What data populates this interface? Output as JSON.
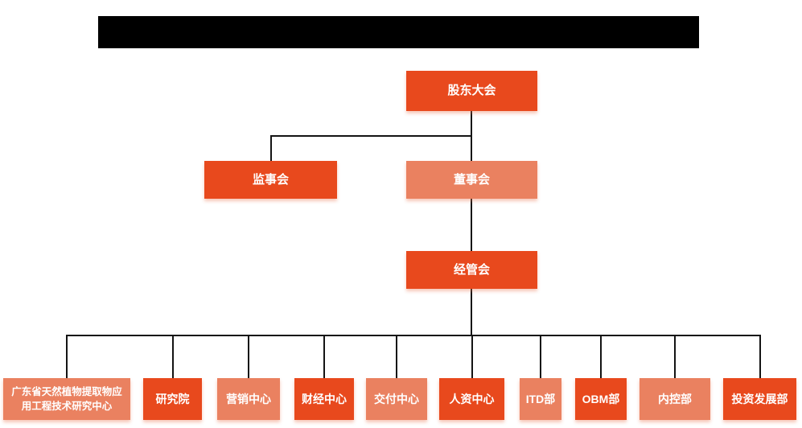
{
  "title_bar": {
    "redacted": true,
    "color": "#000000"
  },
  "palette": {
    "background": "#ffffff",
    "primary": "#e8491d",
    "secondary": "#ea8160",
    "box_text": "#ffffff",
    "connector": "#141414"
  },
  "org_chart": {
    "nodes": [
      {
        "id": "shareholders-meeting",
        "label": "股东大会",
        "variant": "primary",
        "level": 1
      },
      {
        "id": "supervisory-board",
        "label": "监事会",
        "variant": "primary",
        "level": 2
      },
      {
        "id": "board-of-directors",
        "label": "董事会",
        "variant": "secondary",
        "level": 2
      },
      {
        "id": "management-committee",
        "label": "经管会",
        "variant": "primary",
        "level": 3
      },
      {
        "id": "gd-research-center",
        "label": "广东省天然植物提取物应用工程技术研究中心",
        "lines": [
          "广东省天然植物提取物应",
          "用工程技术研究中心"
        ],
        "variant": "secondary",
        "level": 4
      },
      {
        "id": "research-institute",
        "label": "研究院",
        "variant": "primary",
        "level": 4
      },
      {
        "id": "marketing-center",
        "label": "营销中心",
        "variant": "secondary",
        "level": 4
      },
      {
        "id": "finance-center",
        "label": "财经中心",
        "variant": "primary",
        "level": 4
      },
      {
        "id": "delivery-center",
        "label": "交付中心",
        "variant": "secondary",
        "level": 4
      },
      {
        "id": "hr-center",
        "label": "人资中心",
        "variant": "primary",
        "level": 4
      },
      {
        "id": "itd-dept",
        "label": "ITD部",
        "variant": "secondary",
        "level": 4
      },
      {
        "id": "obm-dept",
        "label": "OBM部",
        "variant": "primary",
        "level": 4
      },
      {
        "id": "internal-control-dept",
        "label": "内控部",
        "variant": "secondary",
        "level": 4
      },
      {
        "id": "investment-development-dept",
        "label": "投资发展部",
        "variant": "primary",
        "level": 4
      }
    ],
    "edges": [
      {
        "from": "shareholders-meeting",
        "to": "supervisory-board"
      },
      {
        "from": "shareholders-meeting",
        "to": "board-of-directors"
      },
      {
        "from": "board-of-directors",
        "to": "management-committee"
      },
      {
        "from": "management-committee",
        "to": "gd-research-center"
      },
      {
        "from": "management-committee",
        "to": "research-institute"
      },
      {
        "from": "management-committee",
        "to": "marketing-center"
      },
      {
        "from": "management-committee",
        "to": "finance-center"
      },
      {
        "from": "management-committee",
        "to": "delivery-center"
      },
      {
        "from": "management-committee",
        "to": "hr-center"
      },
      {
        "from": "management-committee",
        "to": "itd-dept"
      },
      {
        "from": "management-committee",
        "to": "obm-dept"
      },
      {
        "from": "management-committee",
        "to": "internal-control-dept"
      },
      {
        "from": "management-committee",
        "to": "investment-development-dept"
      }
    ]
  }
}
